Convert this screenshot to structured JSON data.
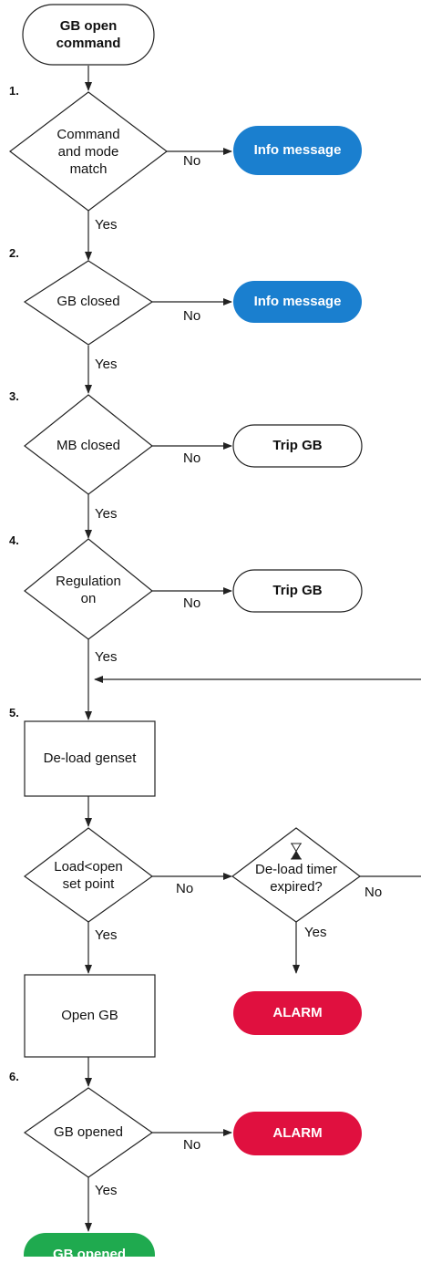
{
  "steps": [
    "1.",
    "2.",
    "3.",
    "4.",
    "5.",
    "6."
  ],
  "nodes": {
    "start": "GB open\ncommand",
    "d1": "Command\nand mode\nmatch",
    "d2": "GB closed",
    "d3": "MB closed",
    "d4": "Regulation\non",
    "deload": "De-load genset",
    "d5": "Load<open\nset point",
    "d6": "De-load timer\nexpired?",
    "opengb": "Open GB",
    "d7": "GB opened",
    "info1": "Info message",
    "info2": "Info message",
    "trip1": "Trip GB",
    "trip2": "Trip GB",
    "alarm1": "ALARM",
    "alarm2": "ALARM",
    "end": "GB opened"
  },
  "labels": {
    "yes": "Yes",
    "no": "No"
  },
  "icons": {
    "timer": "hourglass-icon"
  },
  "colors": {
    "info": "#1a7fcf",
    "alarm": "#e0103f",
    "end": "#1faa4f",
    "stroke": "#222222"
  }
}
